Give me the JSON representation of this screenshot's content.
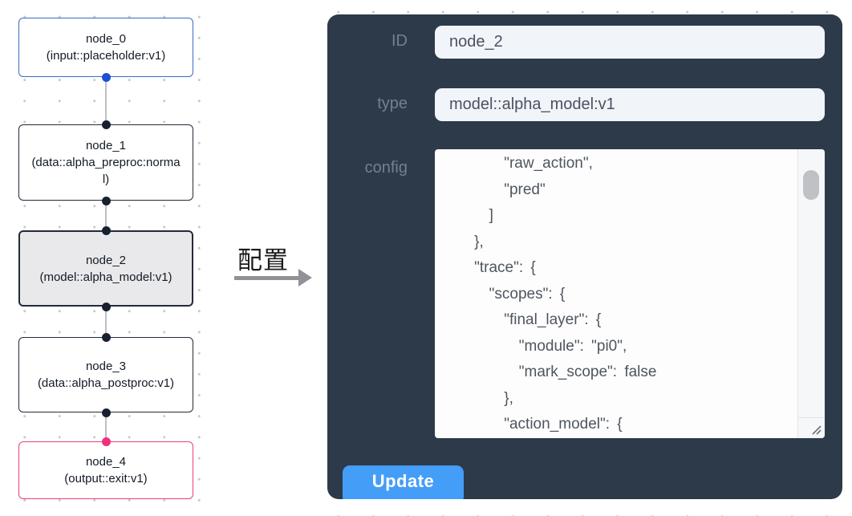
{
  "flow": {
    "nodes": [
      {
        "title": "node_0",
        "subtitle": "(input::placeholder:v1)"
      },
      {
        "title": "node_1",
        "subtitle": "(data::alpha_preproc:normal)"
      },
      {
        "title": "node_2",
        "subtitle": "(model::alpha_model:v1)"
      },
      {
        "title": "node_3",
        "subtitle": "(data::alpha_postproc:v1)"
      },
      {
        "title": "node_4",
        "subtitle": "(output::exit:v1)"
      }
    ]
  },
  "transition": {
    "label": "配置"
  },
  "panel": {
    "id": {
      "label": "ID",
      "value": "node_2"
    },
    "type": {
      "label": "type",
      "value": "model::alpha_model:v1"
    },
    "config": {
      "label": "config",
      "text": "        \"raw_action\",\n        \"pred\"\n      ]\n    },\n    \"trace\": {\n      \"scopes\": {\n        \"final_layer\": {\n          \"module\": \"pi0\",\n          \"mark_scope\": false\n        },\n        \"action_model\": {"
    },
    "update_label": "Update"
  },
  "colors": {
    "panel_bg": "#2d3a4a",
    "button_blue": "#449df6",
    "input_node_border": "#3a6bc6",
    "output_node_border": "#ee3d7f",
    "selected_node_bg": "#e9e9eb",
    "port_blue": "#1d4fd7",
    "port_pink": "#f0307c",
    "port_dark": "#17202e",
    "field_bg": "#f1f4f9"
  }
}
